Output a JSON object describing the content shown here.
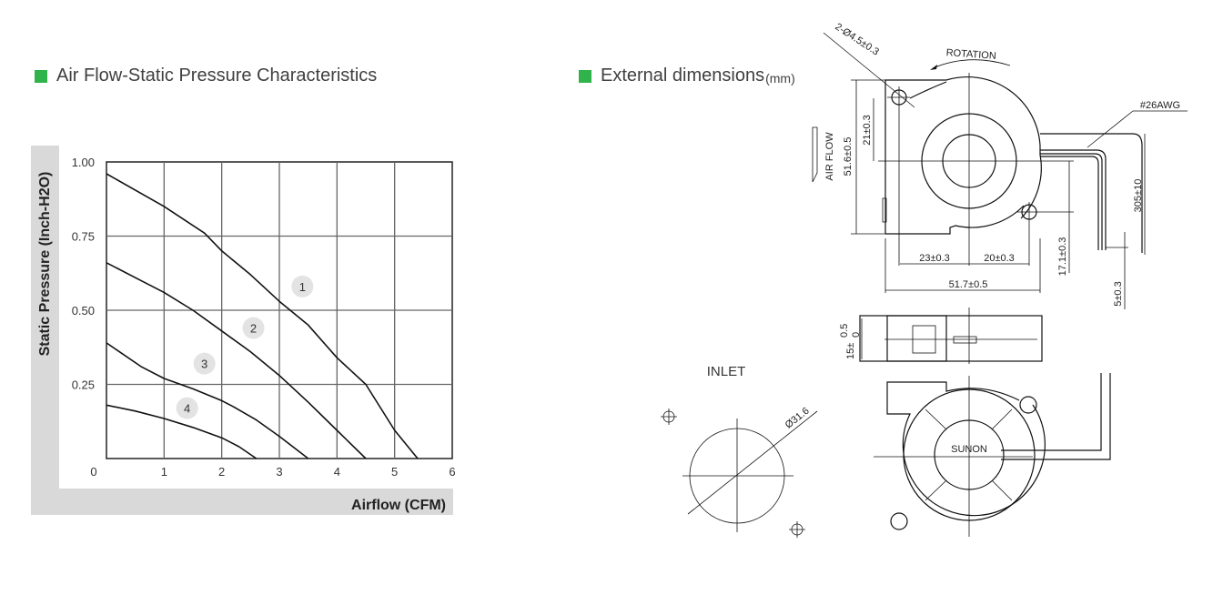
{
  "left_section": {
    "title": "Air Flow-Static Pressure Characteristics",
    "accent_color": "#2fb34a"
  },
  "right_section": {
    "title": "External dimensions",
    "unit": "(mm)",
    "accent_color": "#2fb34a"
  },
  "chart_data": {
    "type": "line",
    "title": "Air Flow-Static Pressure Characteristics",
    "xlabel": "Airflow (CFM)",
    "ylabel": "Static Pressure (Inch-H2O)",
    "xlim": [
      0,
      6
    ],
    "ylim": [
      0,
      1.0
    ],
    "xticks": [
      "0",
      "1",
      "2",
      "3",
      "4",
      "5",
      "6"
    ],
    "yticks": [
      "0.25",
      "0.50",
      "0.75",
      "1.00"
    ],
    "grid": true,
    "series": [
      {
        "name": "1",
        "label_at": [
          3.4,
          0.58
        ],
        "x": [
          0,
          1,
          1.7,
          2,
          2.5,
          3,
          3.5,
          4,
          4.5,
          5,
          5.4
        ],
        "y": [
          0.96,
          0.85,
          0.76,
          0.7,
          0.62,
          0.53,
          0.45,
          0.34,
          0.25,
          0.095,
          0
        ]
      },
      {
        "name": "2",
        "label_at": [
          2.55,
          0.44
        ],
        "x": [
          0,
          0.6,
          1,
          1.5,
          2,
          2.5,
          3,
          3.5,
          4,
          4.5
        ],
        "y": [
          0.66,
          0.6,
          0.56,
          0.5,
          0.43,
          0.36,
          0.28,
          0.19,
          0.095,
          0
        ]
      },
      {
        "name": "3",
        "label_at": [
          1.7,
          0.32
        ],
        "x": [
          0,
          0.6,
          1,
          1.5,
          2,
          2.2,
          2.6,
          3,
          3.5
        ],
        "y": [
          0.39,
          0.31,
          0.27,
          0.235,
          0.195,
          0.175,
          0.13,
          0.075,
          0
        ]
      },
      {
        "name": "4",
        "label_at": [
          1.4,
          0.17
        ],
        "x": [
          0,
          0.5,
          1,
          1.5,
          2,
          2.3,
          2.6
        ],
        "y": [
          0.18,
          0.16,
          0.135,
          0.105,
          0.07,
          0.04,
          0
        ]
      }
    ]
  },
  "drawing": {
    "rotation": "ROTATION",
    "holes": "2-Ø4.5±0.3",
    "wire": "#26AWG",
    "air_flow": "AIR FLOW",
    "height": "51.6±0.5",
    "hole_offset_v": "21±0.3",
    "hole_offset_left": "23±0.3",
    "hole_offset_right": "20±0.3",
    "width": "51.7±0.5",
    "hole_offset_low": "17.1±0.3",
    "wire_length": "305±10",
    "wire_strip": "5±0.3",
    "thickness": "15±",
    "thickness_tol_upper": "0.5",
    "thickness_tol_lower": "0",
    "inlet": "INLET",
    "inlet_diameter": "Ø31.6",
    "brand": "SUNON"
  }
}
